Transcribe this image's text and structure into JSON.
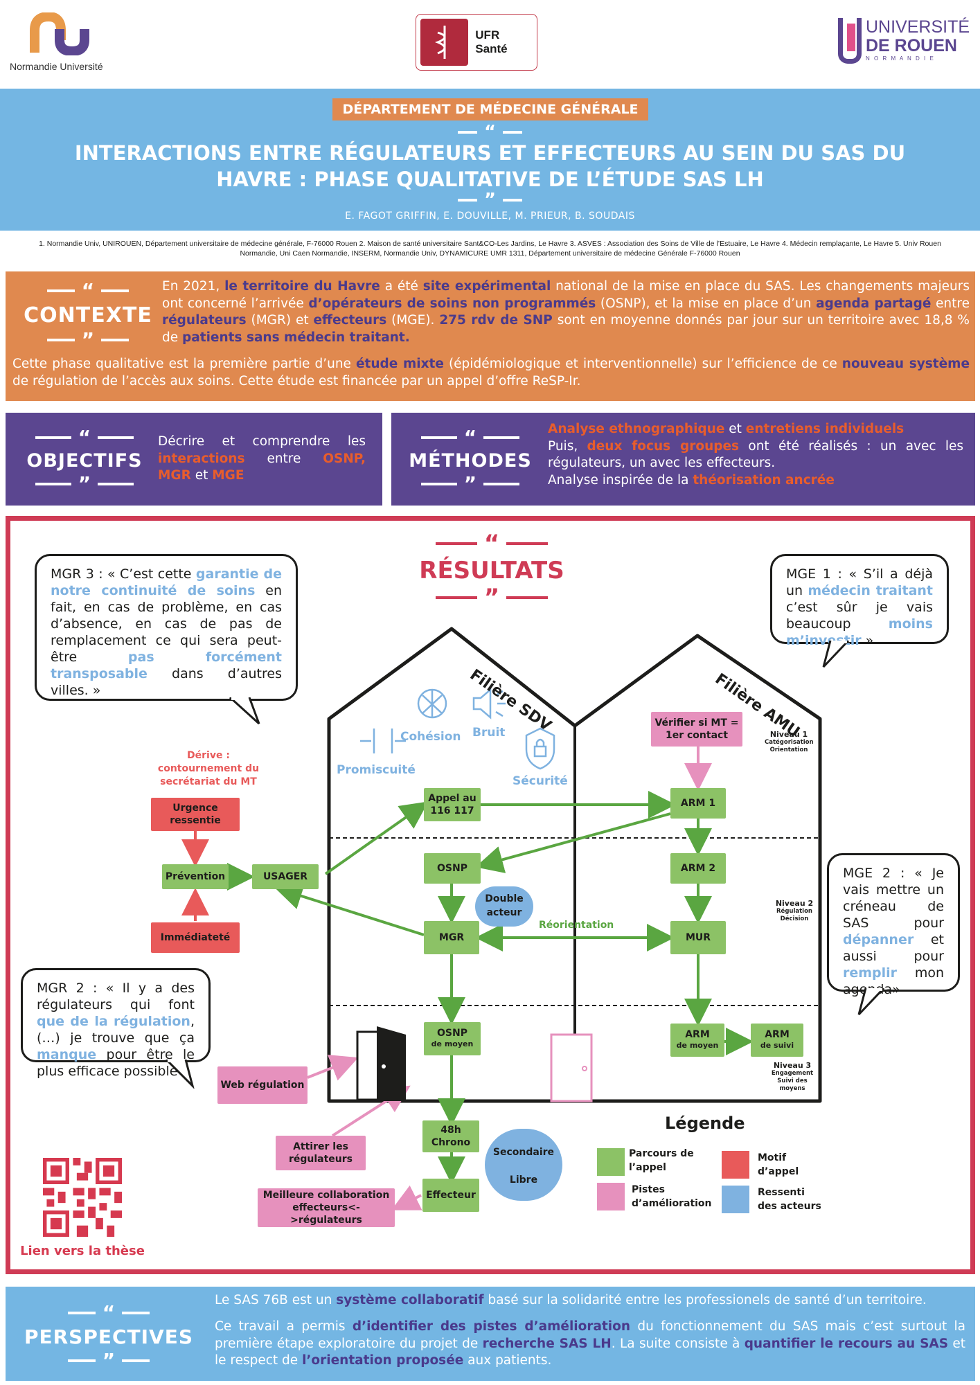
{
  "logos": {
    "normandie": "Normandie Université",
    "ufr": "UFR Santé",
    "rouen_line1": "UNIVERSITÉ",
    "rouen_line2": "DE ROUEN",
    "rouen_line3": "N O R M A N D I E"
  },
  "header": {
    "department": "DÉPARTEMENT DE MÉDECINE GÉNÉRALE",
    "title": "INTERACTIONS ENTRE RÉGULATEURS ET EFFECTEURS AU SEIN DU SAS DU HAVRE : PHASE QUALITATIVE DE L’ÉTUDE SAS LH",
    "authors": "E. FAGOT GRIFFIN, E. DOUVILLE, M. PRIEUR, B. SOUDAIS",
    "affiliations": "1. Normandie Univ, UNIROUEN, Département universitaire de médecine générale, F-76000 Rouen 2. Maison de santé universitaire Sant&CO-Les Jardins, Le Havre 3. ASVES : Association des Soins de Ville de l’Estuaire, Le Havre 4. Médecin remplaçante, Le Havre 5. Univ Rouen Normandie, Uni Caen Normandie, INSERM, Normandie Univ, DYNAMICURE UMR 1311, Département universitaire de médecine Générale F-76000 Rouen"
  },
  "contexte": {
    "title": "CONTEXTE",
    "p1_a": "En 2021, ",
    "p1_b": "le territoire du Havre",
    "p1_c": " a été ",
    "p1_d": "site expérimental",
    "p1_e": " national de la mise en place du SAS. Les changements majeurs ont concerné l’arrivée ",
    "p1_f": "d’opérateurs de soins non programmés",
    "p1_g": " (OSNP), et la mise en place d’un ",
    "p1_h": "agenda partagé",
    "p1_i": " entre ",
    "p1_j": "régulateurs",
    "p1_k": " (MGR) et ",
    "p1_l": "effecteurs",
    "p1_m": " (MGE). ",
    "p1_n": "275 rdv de SNP",
    "p1_o": " sont en moyenne donnés par jour sur un territoire avec 18,8 % de ",
    "p1_p": "patients sans médecin traitant.",
    "p2_a": "Cette phase qualitative est la première partie d’une ",
    "p2_b": "étude mixte",
    "p2_c": " (épidémiologique et interventionnelle) sur l’efficience de ce ",
    "p2_d": "nouveau système",
    "p2_e": " de régulation de l’accès aux soins. Cette étude est financée par un appel d’offre ReSP-Ir."
  },
  "objectifs": {
    "title": "OBJECTIFS",
    "t1": "Décrire et comprendre les ",
    "t2": "interactions",
    "t3": " entre ",
    "t4": "OSNP, MGR",
    "t5": " et ",
    "t6": "MGE"
  },
  "methodes": {
    "title": "MÉTHODES",
    "l1a": "Analyse ethnographique",
    "l1b": " et ",
    "l1c": "entretiens individuels",
    "l2a": "Puis, ",
    "l2b": "deux focus groupes",
    "l2c": " ont été réalisés : un avec les régulateurs, un avec les effecteurs.",
    "l3a": "Analyse inspirée de la ",
    "l3b": "théorisation ancrée"
  },
  "resultats": {
    "title": "RÉSULTATS",
    "mgr3_a": "MGR 3 :  « C’est cette ",
    "mgr3_b": "garantie de notre continuité de soins",
    "mgr3_c": " en fait, en cas de problème, en cas d’absence, en cas de pas de remplacement ce qui sera peut-être ",
    "mgr3_d": "pas forcément transposable",
    "mgr3_e": " dans d’autres villes. »",
    "mge1_a": "MGE 1 : « S’il a déjà un ",
    "mge1_b": "médecin traitant",
    "mge1_c": " c’est sûr je vais beaucoup ",
    "mge1_d": "moins m’investir",
    "mge1_e": " »",
    "mge2_a": "MGE 2 : « Je vais mettre un créneau de SAS pour ",
    "mge2_b": "dépanner",
    "mge2_c": " et aussi pour ",
    "mge2_d": "remplir",
    "mge2_e": " mon agenda»",
    "mgr2_a": "MGR 2 : « Il y a des régulateurs qui font ",
    "mgr2_b": "que de la régulation",
    "mgr2_c": ", (…) je trouve que ça ",
    "mgr2_d": "manque",
    "mgr2_e": " pour être le plus efficace possible »",
    "filiere_sdv": "Filière SDV",
    "filiere_amu": "Filière AMU",
    "cohesion": "Cohésion",
    "bruit": "Bruit",
    "promiscuite": "Promiscuité",
    "securite": "Sécurité",
    "derive": "Dérive : contournement du secrétariat du MT",
    "urgence": "Urgence ressentie",
    "prevention": "Prévention",
    "immediatete": "Immédiateté",
    "usager": "USAGER",
    "appel": "Appel au 116 117",
    "arm1": "ARM 1",
    "verifier": "Vérifier si MT = 1er contact",
    "niveau1": "Niveau 1",
    "niveau1_sub": "Catégorisation Orientation",
    "osnp": "OSNP",
    "arm2": "ARM 2",
    "double": "Double acteur",
    "reorientation": "Réorientation",
    "mgr": "MGR",
    "mur": "MUR",
    "niveau2": "Niveau 2",
    "niveau2_sub": "Régulation Décision",
    "osnp_moyen_a": "OSNP",
    "osnp_moyen_b": "de moyen",
    "arm_moyen_a": "ARM",
    "arm_moyen_b": "de moyen",
    "arm_suivi_a": "ARM",
    "arm_suivi_b": "de suivi",
    "niveau3": "Niveau 3",
    "niveau3_sub": "Engagement Suivi des moyens",
    "web": "Web régulation",
    "chrono": "48h Chrono",
    "secondaire": "Secondaire",
    "libre": "Libre",
    "attirer": "Attirer les régulateurs",
    "effecteur": "Effecteur",
    "meilleure": "Meilleure collaboration effecteurs<->régulateurs",
    "legende": "Légende",
    "leg_g": "Parcours de l’appel",
    "leg_r": "Motif d’appel",
    "leg_p": "Pistes d’amélioration",
    "leg_b": "Ressenti des acteurs",
    "qr_label": "Lien vers la thèse"
  },
  "perspectives": {
    "title": "PERSPECTIVES",
    "l1a": "Le SAS 76B est un ",
    "l1b": "système collaboratif",
    "l1c": " basé sur la solidarité entre les professionels de santé d’un territoire.",
    "l2a": "Ce travail a permis ",
    "l2b": "d’identifier des pistes d’amélioration",
    "l2c": " du fonctionnement du SAS mais c’est surtout la première étape exploratoire du projet de ",
    "l2d": "recherche SAS LH",
    "l2e": ". La suite consiste à ",
    "l2f": "quantifier le recours au SAS",
    "l2g": " et le respect de ",
    "l2h": "l’orientation proposée",
    "l2i": " aux patients."
  },
  "colors": {
    "blue": "#74b6e3",
    "orange": "#e0894f",
    "purple": "#5b4690",
    "red_border": "#cf3b55",
    "green": "#8cc266",
    "pink": "#e691bd"
  }
}
